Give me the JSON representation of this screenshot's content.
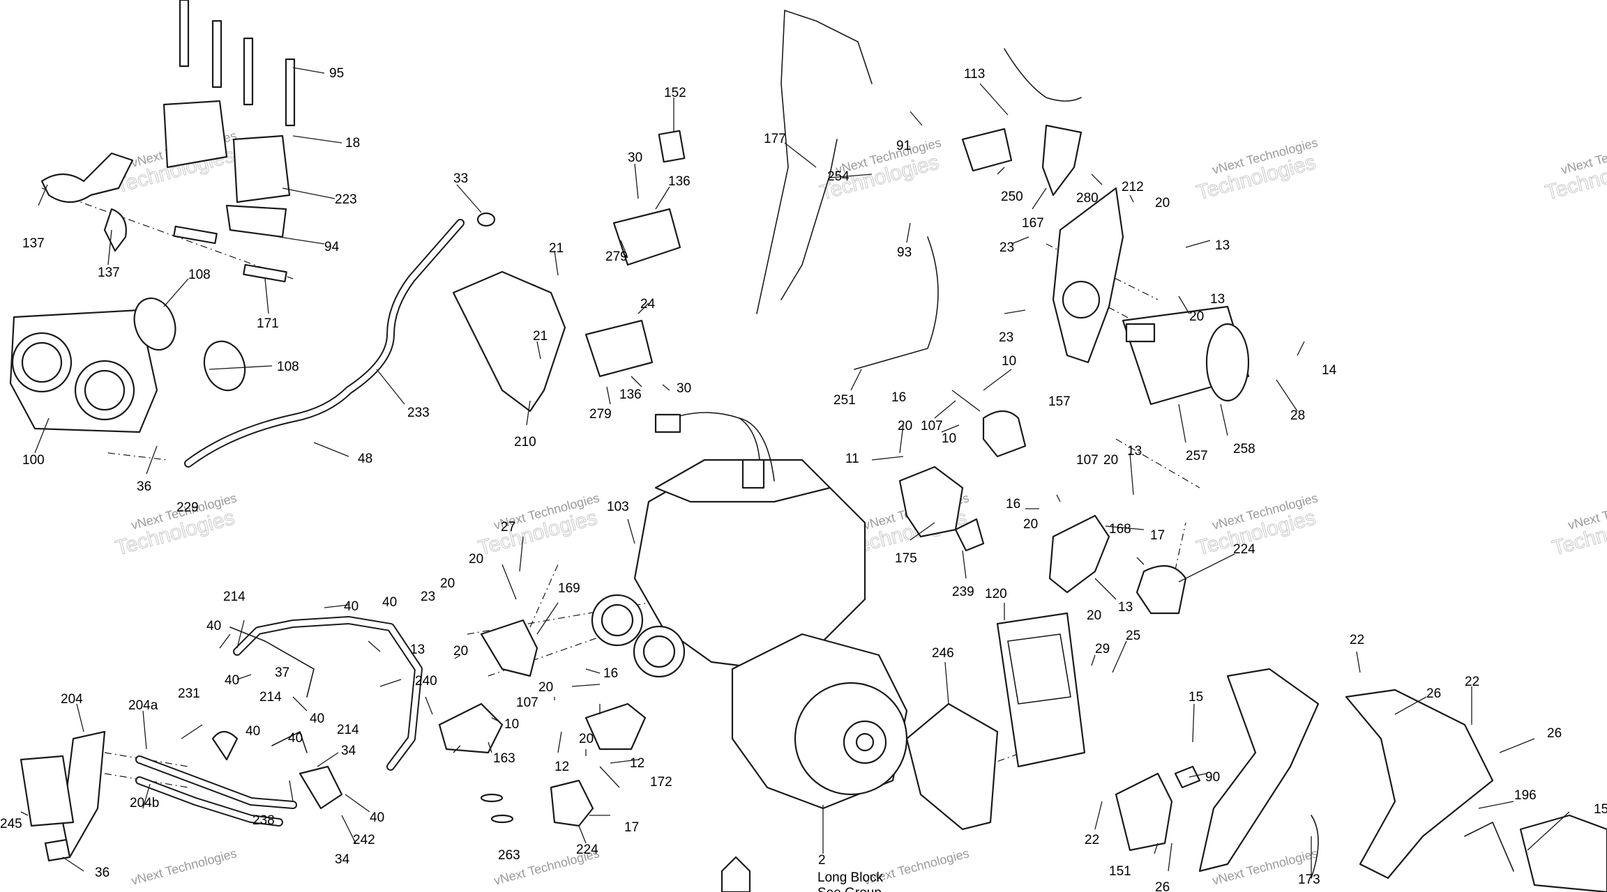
{
  "diagram": {
    "watermark": {
      "line1": "vNext Technologies",
      "line2": "Technologies"
    },
    "parts": [
      {
        "id": "p95",
        "label": "95"
      },
      {
        "id": "p18",
        "label": "18"
      },
      {
        "id": "p223",
        "label": "223"
      },
      {
        "id": "p94",
        "label": "94"
      },
      {
        "id": "p137a",
        "label": "137"
      },
      {
        "id": "p137b",
        "label": "137"
      },
      {
        "id": "p171",
        "label": "171"
      },
      {
        "id": "p108a",
        "label": "108"
      },
      {
        "id": "p108b",
        "label": "108"
      },
      {
        "id": "p100",
        "label": "100"
      },
      {
        "id": "p36a",
        "label": "36"
      },
      {
        "id": "p229",
        "label": "229"
      },
      {
        "id": "p48",
        "label": "48"
      },
      {
        "id": "p233",
        "label": "233"
      },
      {
        "id": "p33",
        "label": "33"
      },
      {
        "id": "p21a",
        "label": "21"
      },
      {
        "id": "p21b",
        "label": "21"
      },
      {
        "id": "p210",
        "label": "210"
      },
      {
        "id": "p152",
        "label": "152"
      },
      {
        "id": "p30a",
        "label": "30"
      },
      {
        "id": "p136a",
        "label": "136"
      },
      {
        "id": "p279a",
        "label": "279"
      },
      {
        "id": "p24",
        "label": "24"
      },
      {
        "id": "p136b",
        "label": "136"
      },
      {
        "id": "p30b",
        "label": "30"
      },
      {
        "id": "p279b",
        "label": "279"
      },
      {
        "id": "p177",
        "label": "177"
      },
      {
        "id": "p254",
        "label": "254"
      },
      {
        "id": "p91",
        "label": "91"
      },
      {
        "id": "p93",
        "label": "93"
      },
      {
        "id": "p251",
        "label": "251"
      },
      {
        "id": "p113",
        "label": "113"
      },
      {
        "id": "p250",
        "label": "250"
      },
      {
        "id": "p167",
        "label": "167"
      },
      {
        "id": "p280",
        "label": "280"
      },
      {
        "id": "p212",
        "label": "212"
      },
      {
        "id": "p20a",
        "label": "20"
      },
      {
        "id": "p13a",
        "label": "13"
      },
      {
        "id": "p23a",
        "label": "23"
      },
      {
        "id": "p13b",
        "label": "13"
      },
      {
        "id": "p20b",
        "label": "20"
      },
      {
        "id": "p23b",
        "label": "23"
      },
      {
        "id": "p14",
        "label": "14"
      },
      {
        "id": "p28",
        "label": "28"
      },
      {
        "id": "p258",
        "label": "258"
      },
      {
        "id": "p257",
        "label": "257"
      },
      {
        "id": "p10a",
        "label": "10"
      },
      {
        "id": "p16a",
        "label": "16"
      },
      {
        "id": "p157",
        "label": "157"
      },
      {
        "id": "p20c",
        "label": "20"
      },
      {
        "id": "p107a",
        "label": "107"
      },
      {
        "id": "p10b",
        "label": "10"
      },
      {
        "id": "p11",
        "label": "11"
      },
      {
        "id": "p175",
        "label": "175"
      },
      {
        "id": "p107b",
        "label": "107"
      },
      {
        "id": "p20d",
        "label": "20"
      },
      {
        "id": "p13c",
        "label": "13"
      },
      {
        "id": "p16b",
        "label": "16"
      },
      {
        "id": "p20e",
        "label": "20"
      },
      {
        "id": "p168",
        "label": "168"
      },
      {
        "id": "p17a",
        "label": "17"
      },
      {
        "id": "p224a",
        "label": "224"
      },
      {
        "id": "p239",
        "label": "239"
      },
      {
        "id": "p20f",
        "label": "20"
      },
      {
        "id": "p13d",
        "label": "13"
      },
      {
        "id": "p103",
        "label": "103"
      },
      {
        "id": "p27",
        "label": "27"
      },
      {
        "id": "p20g",
        "label": "20"
      },
      {
        "id": "p169",
        "label": "169"
      },
      {
        "id": "p23c",
        "label": "23"
      },
      {
        "id": "p20h",
        "label": "20"
      },
      {
        "id": "p20i",
        "label": "20"
      },
      {
        "id": "p13e",
        "label": "13"
      },
      {
        "id": "p214a",
        "label": "214"
      },
      {
        "id": "p40a",
        "label": "40"
      },
      {
        "id": "p40b",
        "label": "40"
      },
      {
        "id": "p40c",
        "label": "40"
      },
      {
        "id": "p37",
        "label": "37"
      },
      {
        "id": "p40d",
        "label": "40"
      },
      {
        "id": "p214b",
        "label": "214"
      },
      {
        "id": "p40e",
        "label": "40"
      },
      {
        "id": "p231",
        "label": "231"
      },
      {
        "id": "p40f",
        "label": "40"
      },
      {
        "id": "p40g",
        "label": "40"
      },
      {
        "id": "p240",
        "label": "240"
      },
      {
        "id": "p214c",
        "label": "214"
      },
      {
        "id": "p204",
        "label": "204"
      },
      {
        "id": "p204a",
        "label": "204a"
      },
      {
        "id": "p204b",
        "label": "204b"
      },
      {
        "id": "p245",
        "label": "245"
      },
      {
        "id": "p36b",
        "label": "36"
      },
      {
        "id": "p238",
        "label": "238"
      },
      {
        "id": "p34a",
        "label": "34"
      },
      {
        "id": "p40h",
        "label": "40"
      },
      {
        "id": "p242",
        "label": "242"
      },
      {
        "id": "p34b",
        "label": "34"
      },
      {
        "id": "p16c",
        "label": "16"
      },
      {
        "id": "p20j",
        "label": "20"
      },
      {
        "id": "p107c",
        "label": "107"
      },
      {
        "id": "p10c",
        "label": "10"
      },
      {
        "id": "p163",
        "label": "163"
      },
      {
        "id": "p12a",
        "label": "12"
      },
      {
        "id": "p20k",
        "label": "20"
      },
      {
        "id": "p12b",
        "label": "12"
      },
      {
        "id": "p172",
        "label": "172"
      },
      {
        "id": "p224b",
        "label": "224"
      },
      {
        "id": "p17b",
        "label": "17"
      },
      {
        "id": "p263",
        "label": "263"
      },
      {
        "id": "p246",
        "label": "246"
      },
      {
        "id": "p120",
        "label": "120"
      },
      {
        "id": "p29",
        "label": "29"
      },
      {
        "id": "p25",
        "label": "25"
      },
      {
        "id": "p15a",
        "label": "15"
      },
      {
        "id": "p90",
        "label": "90"
      },
      {
        "id": "p22a",
        "label": "22"
      },
      {
        "id": "p151",
        "label": "151"
      },
      {
        "id": "p26a",
        "label": "26"
      },
      {
        "id": "p22b",
        "label": "22"
      },
      {
        "id": "p26b",
        "label": "26"
      },
      {
        "id": "p22c",
        "label": "22"
      },
      {
        "id": "p26c",
        "label": "26"
      },
      {
        "id": "p196",
        "label": "196"
      },
      {
        "id": "p173",
        "label": "173"
      },
      {
        "id": "p15b",
        "label": "15"
      },
      {
        "id": "p2",
        "label": "2"
      }
    ],
    "long_block": {
      "line1": "Long Block",
      "line2": "See Group"
    }
  }
}
